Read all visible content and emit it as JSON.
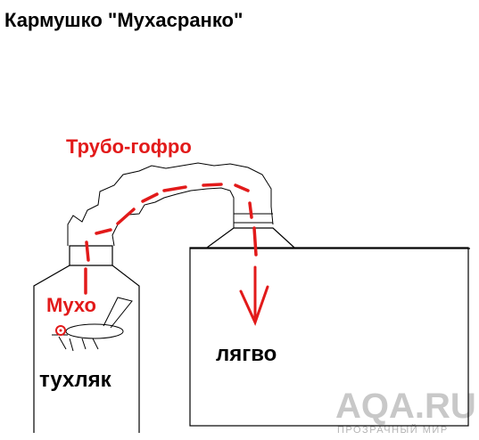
{
  "title": "Кармушко \"Мухасранко\"",
  "labels": {
    "pipe": "Трубо-гофро",
    "fly": "Мухо",
    "left_box": "тухляк",
    "right_box": "лягво"
  },
  "watermark": {
    "main": "AQA.RU",
    "sub": "ПРОЗРАЧНЫЙ МИР"
  },
  "colors": {
    "red": "#e21a1a",
    "line": "#000000",
    "watermark": "#c8c8c8"
  },
  "icons": {
    "fly": "fly-doodle",
    "arrow": "arrow-down"
  }
}
